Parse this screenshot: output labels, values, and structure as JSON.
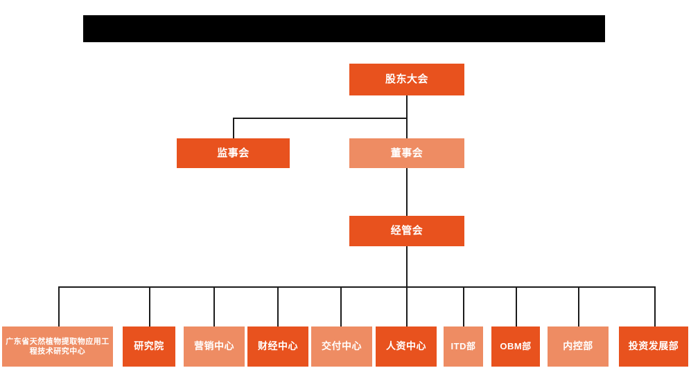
{
  "chart": {
    "title_bar": {
      "name": "redacted-title-bar",
      "text": "",
      "color": "#000000"
    },
    "colors": {
      "background": "#ffffff",
      "tone_dark": "#E8521E",
      "tone_light": "#EE8C63",
      "connector": "#1a1a1a",
      "label_text": "#ffffff"
    },
    "levels": [
      {
        "level": 1,
        "nodes": [
          {
            "id": "shareholders-meeting",
            "label": "股东大会",
            "tone": "dark"
          }
        ]
      },
      {
        "level": 2,
        "nodes": [
          {
            "id": "board-of-supervisors",
            "label": "监事会",
            "tone": "dark"
          },
          {
            "id": "board-of-directors",
            "label": "董事会",
            "tone": "light"
          }
        ]
      },
      {
        "level": 3,
        "nodes": [
          {
            "id": "management-committee",
            "label": "经管会",
            "tone": "dark"
          }
        ]
      },
      {
        "level": 4,
        "nodes": [
          {
            "id": "guangdong-research-center",
            "label": "广东省天然植物提取物应用工程技术研究中心",
            "tone": "light"
          },
          {
            "id": "research-institute",
            "label": "研究院",
            "tone": "dark"
          },
          {
            "id": "marketing-center",
            "label": "营销中心",
            "tone": "light"
          },
          {
            "id": "finance-center",
            "label": "财经中心",
            "tone": "dark"
          },
          {
            "id": "delivery-center",
            "label": "交付中心",
            "tone": "light"
          },
          {
            "id": "hr-center",
            "label": "人资中心",
            "tone": "dark"
          },
          {
            "id": "itd-department",
            "label": "ITD部",
            "tone": "light"
          },
          {
            "id": "obm-department",
            "label": "OBM部",
            "tone": "dark"
          },
          {
            "id": "internal-control-department",
            "label": "内控部",
            "tone": "light"
          },
          {
            "id": "investment-development-department",
            "label": "投资发展部",
            "tone": "dark"
          }
        ]
      }
    ]
  }
}
